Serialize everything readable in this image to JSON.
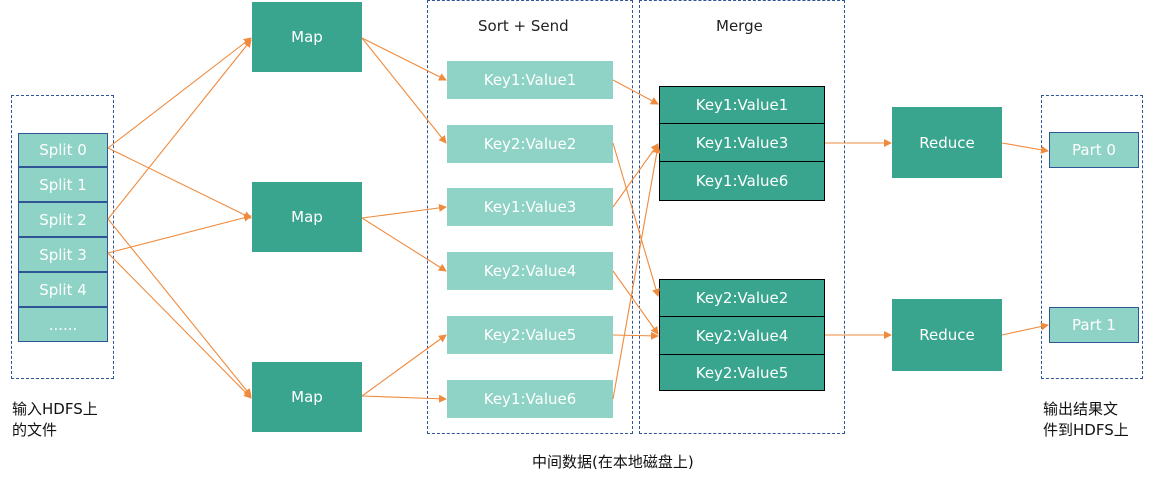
{
  "colors": {
    "box_dark": "#3aa58e",
    "box_light": "#8fd3c6",
    "arrow": "#f08a3c",
    "dash_border": "#2f5597"
  },
  "input": {
    "splits": [
      "Split 0",
      "Split 1",
      "Split 2",
      "Split 3",
      "Split 4",
      "......"
    ],
    "caption_line1": "输入HDFS上",
    "caption_line2": "的文件"
  },
  "maps": [
    "Map",
    "Map",
    "Map"
  ],
  "sort_send": {
    "title": "Sort + Send",
    "items": [
      "Key1:Value1",
      "Key2:Value2",
      "Key1:Value3",
      "Key2:Value4",
      "Key2:Value5",
      "Key1:Value6"
    ]
  },
  "merge": {
    "title": "Merge",
    "group1": [
      "Key1:Value1",
      "Key1:Value3",
      "Key1:Value6"
    ],
    "group2": [
      "Key2:Value2",
      "Key2:Value4",
      "Key2:Value5"
    ]
  },
  "intermediate_caption": "中间数据(在本地磁盘上)",
  "reduces": [
    "Reduce",
    "Reduce"
  ],
  "output": {
    "parts": [
      "Part 0",
      "Part 1"
    ],
    "caption_line1": "输出结果文",
    "caption_line2": "件到HDFS上"
  }
}
